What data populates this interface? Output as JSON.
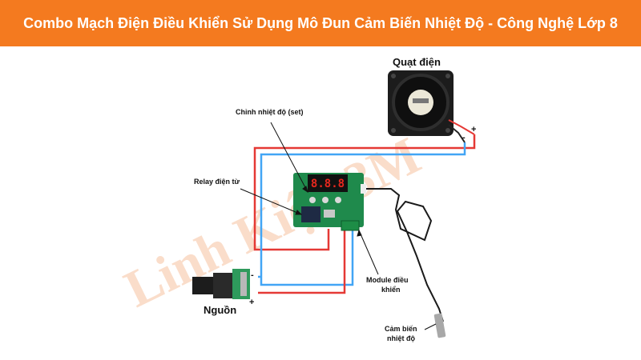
{
  "header": {
    "title": "Combo Mạch Điện Điều Khiển Sử Dụng Mô Đun Cảm Biến Nhiệt Độ - Công Nghệ Lớp 8"
  },
  "labels": {
    "fan": "Quạt điện",
    "set_temp": "Chỉnh nhiệt độ (set)",
    "relay": "Relay điện từ",
    "module_line1": "Module điều",
    "module_line2": "khiển",
    "power": "Nguồn",
    "sensor_line1": "Cảm biến",
    "sensor_line2": "nhiệt độ"
  },
  "signs": {
    "fan_plus": "+",
    "fan_minus": "-",
    "power_minus": "-",
    "power_plus": "+"
  },
  "display": {
    "digits": "8.8.8"
  },
  "watermark": {
    "text": "Linh Kiện 3M"
  },
  "colors": {
    "header": "#f47a1f",
    "wire_red": "#e53935",
    "wire_blue": "#42a5f5",
    "board": "#1f8a4c",
    "digit": "#e8281e",
    "watermark": "#f5b48a"
  }
}
